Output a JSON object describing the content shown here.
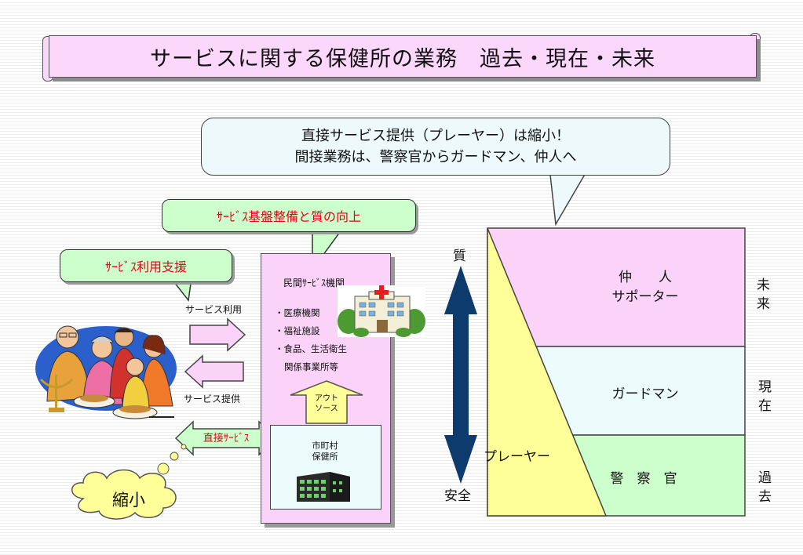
{
  "title": "サービスに関する保健所の業務　過去・現在・未来",
  "callout": {
    "line1": "直接サービス提供（プレーヤー）は縮小！",
    "line2": "間接業務は、警察官からガードマン、仲人へ"
  },
  "tag_infra": "ｻｰﾋﾞｽ基盤整備と質の向上",
  "tag_support": "ｻｰﾋﾞｽ利用支援",
  "arrow_use_label": "サービス利用",
  "arrow_provide_label": "サービス提供",
  "direct_service": "直接ｻｰﾋﾞｽ",
  "shrink": "縮小",
  "private_org": {
    "title": "民間ｻｰﾋﾞｽ機関",
    "items": [
      "・医療機関",
      "・福祉施設",
      "・食品、生活衛生",
      "関係事業所等"
    ]
  },
  "outsource": [
    "アウト",
    "ソース"
  ],
  "municipal": [
    "市町村",
    "保健所"
  ],
  "axis": {
    "top": "質",
    "bottom": "安全"
  },
  "roles": {
    "nakodo": [
      "仲　　人",
      "サポーター"
    ],
    "guardman": "ガードマン",
    "police": "警　察　官",
    "player": "プレーヤー"
  },
  "timeline": {
    "future": [
      "未",
      "来"
    ],
    "present": [
      "現",
      "在"
    ],
    "past": [
      "過",
      "去"
    ]
  },
  "colors": {
    "pink": "#fbd2f8",
    "mint": "#ecfbfb",
    "green": "#ccffcc",
    "yellow": "#ffff99",
    "navy": "#0e3b6e",
    "red": "#e8001c"
  }
}
